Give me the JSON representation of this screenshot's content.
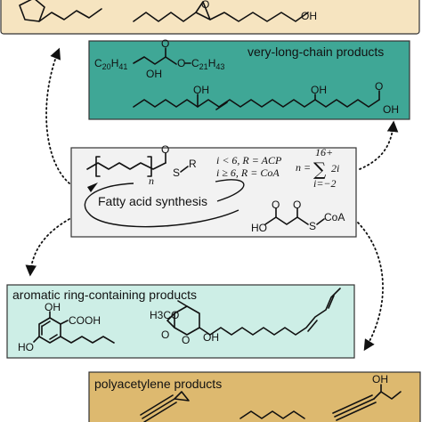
{
  "colors": {
    "top_box": "#f6e4c0",
    "very_long_box": "#3fa796",
    "center_box": "#f2f2f2",
    "aromatic_box": "#cdeee6",
    "polyacetylene_box": "#ddb96f",
    "border": "#333333"
  },
  "very_long_chain": {
    "title": "very-long-chain products",
    "formula_left": "C20H41",
    "formula_right": "C21H43",
    "oh1": "OH",
    "o1": "O",
    "o2": "O",
    "fatty_oh1": "OH",
    "fatty_oh2": "OH",
    "fatty_o": "O",
    "fatty_oh3": "OH"
  },
  "top_box": {
    "oh": "OH",
    "o": "O"
  },
  "center": {
    "title": "Fatty acid synthesis",
    "n_label": "n",
    "s_label": "S",
    "r_label": "R",
    "o_label": "O",
    "cond1": "i < 6, R = ACP",
    "cond2": "i ≥ 6, R = CoA",
    "n_eq": "n =",
    "sum_upper": "16+",
    "sum_lower": "i=−2",
    "sum_term": "2i",
    "malonyl_ho": "HO",
    "malonyl_s": "S",
    "malonyl_coa": "CoA",
    "malonyl_o1": "O",
    "malonyl_o2": "O"
  },
  "aromatic": {
    "title": "aromatic ring-containing products",
    "oh": "OH",
    "cooh": "COOH",
    "ho": "HO",
    "h3co": "H3CO",
    "o1": "O",
    "o2": "O",
    "oh2": "OH"
  },
  "polyacetylene": {
    "title": "polyacetylene products",
    "oh": "OH"
  }
}
